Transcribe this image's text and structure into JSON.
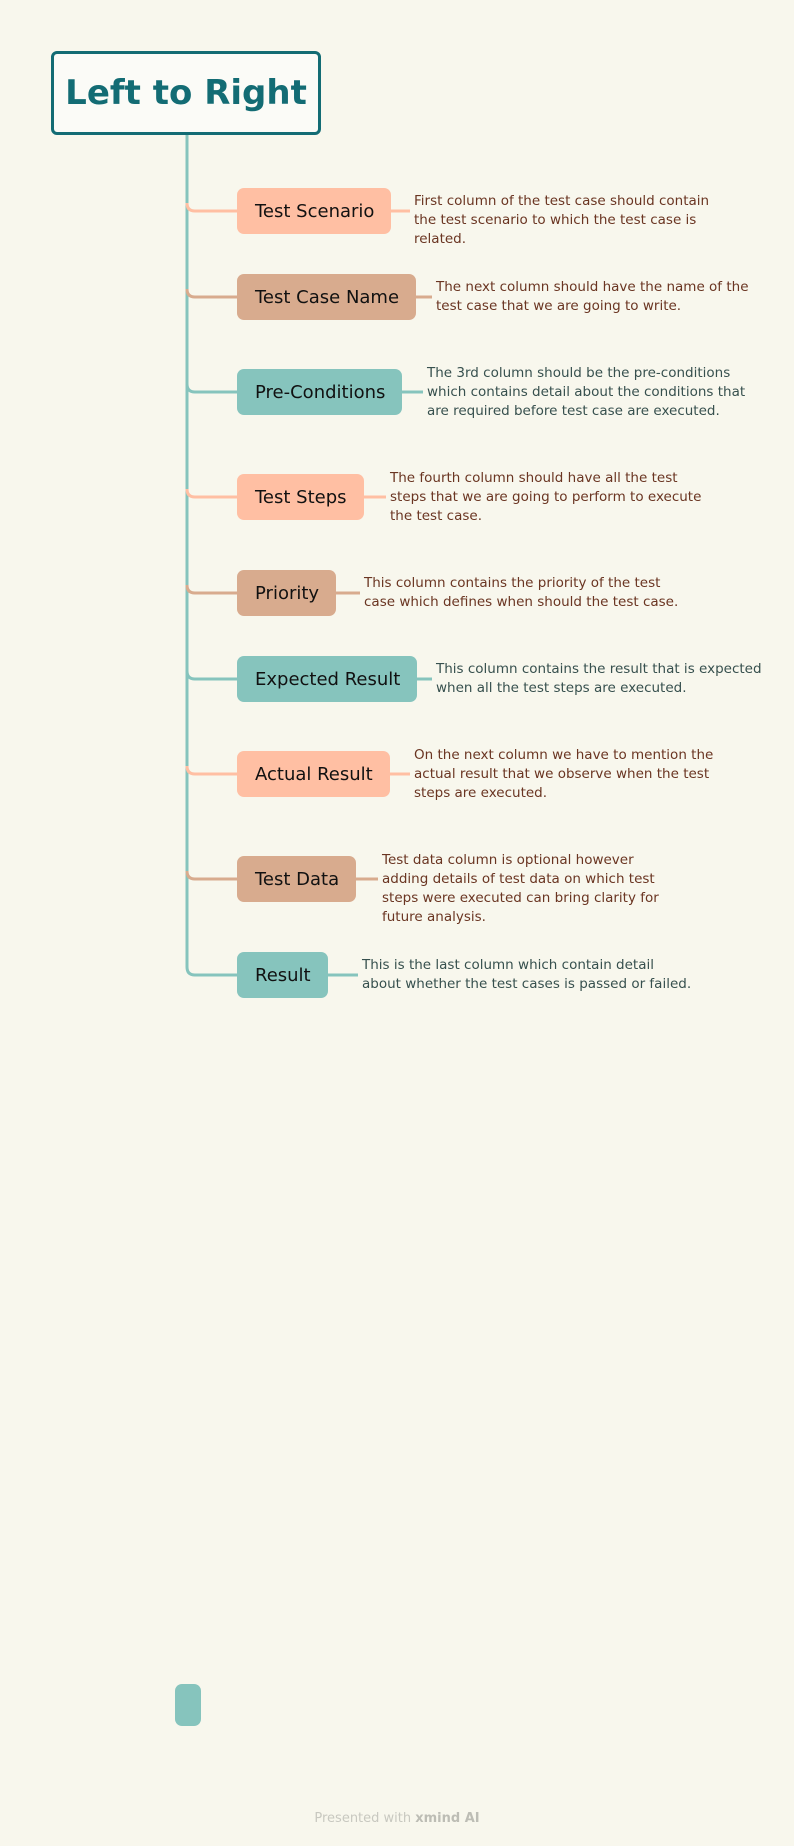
{
  "root": {
    "title": "Left to Right"
  },
  "branches": [
    {
      "label": "Test Scenario",
      "color": "#ffbfa3",
      "description": [
        "First column of the test case should contain",
        "the test scenario to which the test case is",
        "related."
      ]
    },
    {
      "label": "Test Case Name",
      "color": "#d8ab8e",
      "description": [
        "The next column should have the name of the",
        "test case that we are going to write."
      ]
    },
    {
      "label": "Pre-Conditions",
      "color": "#86c4bd",
      "description": [
        "The 3rd column should be the pre-conditions",
        "which contains detail about the conditions that",
        "are required before test case are executed."
      ]
    },
    {
      "label": "Test Steps",
      "color": "#ffbfa3",
      "description": [
        "The fourth column should have all the test",
        "steps that we are going to perform to execute",
        "the test case."
      ]
    },
    {
      "label": "Priority",
      "color": "#d8ab8e",
      "description": [
        "This column contains the priority of the test",
        "case which defines when should the test case."
      ]
    },
    {
      "label": "Expected Result",
      "color": "#86c4bd",
      "description": [
        "This column contains the result that is expected",
        "when all the test steps are executed."
      ]
    },
    {
      "label": "Actual Result",
      "color": "#ffbfa3",
      "description": [
        "On the next column we have to mention the",
        "actual result that we observe when the test",
        "steps are executed."
      ]
    },
    {
      "label": "Test Data",
      "color": "#d8ab8e",
      "description": [
        "Test data column is optional however",
        "adding details of test data on which test",
        "steps were executed can bring clarity for",
        "future analysis."
      ]
    },
    {
      "label": "Result",
      "color": "#86c4bd",
      "description": [
        "This is the last column which contain detail",
        "about whether the test cases is passed or failed."
      ]
    }
  ],
  "spine_color": "#86c4bd",
  "footer": {
    "prefix": "Presented with ",
    "brand": "xmind AI"
  }
}
